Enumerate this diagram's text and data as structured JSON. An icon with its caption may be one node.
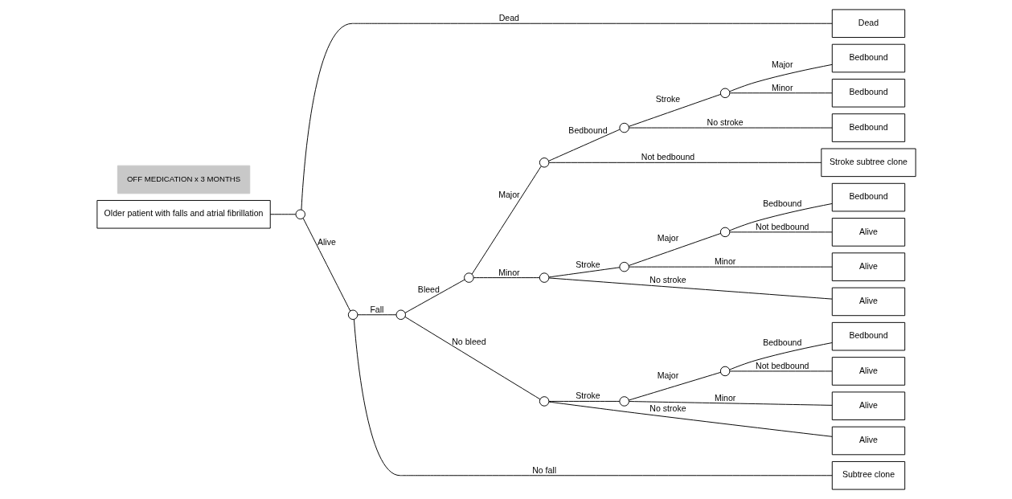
{
  "diagram": {
    "nodes": [
      {
        "text": [
          "Older patient with falls and atrial fibrillation"
        ]
      },
      {
        "text": [],
        "shape": "circle"
      },
      {
        "text": [
          "Dead"
        ]
      },
      {
        "text": [],
        "shape": "circle"
      },
      {
        "text": [],
        "shape": "circle"
      },
      {
        "text": [
          "Subtree clone"
        ]
      },
      {
        "text": [],
        "shape": "circle"
      },
      {
        "text": [],
        "shape": "circle"
      },
      {
        "text": [
          "OFF MEDICATION x 3 MONTHS"
        ]
      },
      {
        "text": [],
        "shape": "circle"
      },
      {
        "text": [
          "Stroke subtree clone"
        ]
      },
      {
        "text": [],
        "shape": "circle"
      },
      {
        "text": [
          "Bedbound"
        ]
      },
      {
        "text": [
          "Bedbound"
        ]
      },
      {
        "text": [
          "Bedbound"
        ]
      },
      {
        "text": [],
        "shape": "circle"
      },
      {
        "text": [],
        "shape": "circle"
      },
      {
        "text": [],
        "shape": "circle"
      },
      {
        "text": [
          "Bedbound"
        ]
      },
      {
        "text": [
          "Alive"
        ]
      },
      {
        "text": [
          "Alive"
        ]
      },
      {
        "text": [
          "Alive"
        ]
      },
      {
        "text": [],
        "shape": "circle"
      },
      {
        "text": [],
        "shape": "circle"
      },
      {
        "text": [],
        "shape": "circle"
      },
      {
        "text": [
          "Bedbound"
        ]
      },
      {
        "text": [
          "Alive"
        ]
      },
      {
        "text": [
          "Alive"
        ]
      },
      {
        "text": [
          "Alive"
        ]
      }
    ],
    "edges": [
      {
        "from": 0,
        "to": 1,
        "arrow": "none"
      },
      {
        "from": 1,
        "to": 2,
        "arrow": "none",
        "label": "Dead"
      },
      {
        "from": 1,
        "to": 3,
        "arrow": "none",
        "label": "Alive"
      },
      {
        "from": 3,
        "to": 4,
        "arrow": "none",
        "label": "Fall"
      },
      {
        "from": 3,
        "to": 5,
        "arrow": "none",
        "label": "No fall"
      },
      {
        "from": 4,
        "to": 6,
        "arrow": "none",
        "label": "Bleed"
      },
      {
        "from": 4,
        "to": 22,
        "arrow": "none",
        "label": "No bleed"
      },
      {
        "from": 6,
        "to": 7,
        "arrow": "none",
        "label": "Major"
      },
      {
        "from": 6,
        "to": 15,
        "arrow": "none",
        "label": "Minor"
      },
      {
        "from": 7,
        "to": 9,
        "arrow": "none",
        "label": "Bedbound"
      },
      {
        "from": 7,
        "to": 10,
        "arrow": "none",
        "label": "Not bedbound"
      },
      {
        "from": 9,
        "to": 11,
        "arrow": "none",
        "label": "Stroke"
      },
      {
        "from": 9,
        "to": 14,
        "arrow": "none",
        "label": "No stroke"
      },
      {
        "from": 11,
        "to": 12,
        "arrow": "none",
        "label": "Major"
      },
      {
        "from": 11,
        "to": 13,
        "arrow": "none",
        "label": "Minor"
      },
      {
        "from": 15,
        "to": 16,
        "arrow": "none",
        "label": "Stroke"
      },
      {
        "from": 15,
        "to": 21,
        "arrow": "none",
        "label": "No stroke"
      },
      {
        "from": 16,
        "to": 17,
        "arrow": "none",
        "label": "Major"
      },
      {
        "from": 16,
        "to": 20,
        "arrow": "none",
        "label": "Minor"
      },
      {
        "from": 17,
        "to": 18,
        "arrow": "none",
        "label": "Bedbound"
      },
      {
        "from": 17,
        "to": 19,
        "arrow": "none",
        "label": "Not bedbound"
      },
      {
        "from": 22,
        "to": 23,
        "arrow": "none",
        "label": "Stroke"
      },
      {
        "from": 22,
        "to": 28,
        "arrow": "none",
        "label": "No stroke"
      },
      {
        "from": 23,
        "to": 24,
        "arrow": "none",
        "label": "Major"
      },
      {
        "from": 23,
        "to": 27,
        "arrow": "none",
        "label": "Minor"
      },
      {
        "from": 24,
        "to": 25,
        "arrow": "none",
        "label": "Bedbound"
      },
      {
        "from": 24,
        "to": 26,
        "arrow": "none",
        "label": "Not bedbound"
      }
    ]
  }
}
